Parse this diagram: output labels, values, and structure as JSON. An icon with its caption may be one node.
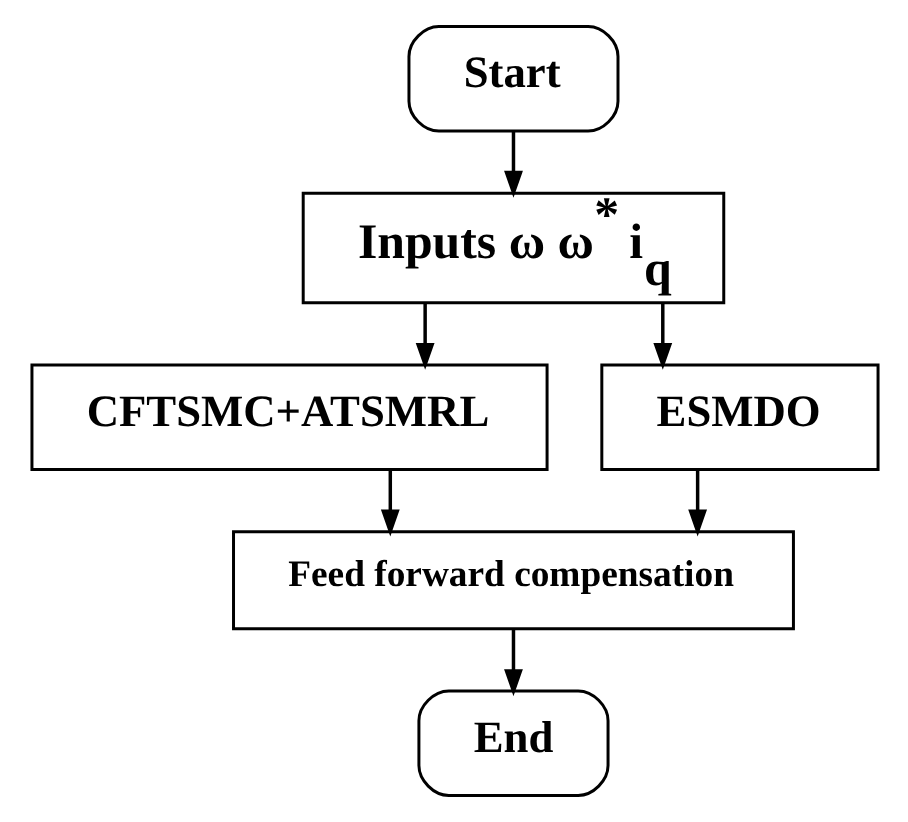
{
  "diagram": {
    "nodes": [
      {
        "text": [
          "Start"
        ]
      },
      {
        "text": [
          "Inputs ω ω$^{*}$ i$_{q}$"
        ]
      },
      {
        "text": [
          "CFTSMC+ATSMRL"
        ]
      },
      {
        "text": [
          "ESMDO"
        ]
      },
      {
        "text": [
          "Feed forward compensation"
        ]
      },
      {
        "text": [
          "End"
        ]
      }
    ],
    "edges": [
      {
        "from": 0,
        "to": 1,
        "arrow": "to"
      },
      {
        "from": 1,
        "to": 2,
        "arrow": "to"
      },
      {
        "from": 1,
        "to": 3,
        "arrow": "to"
      },
      {
        "from": 2,
        "to": 4,
        "arrow": "to"
      },
      {
        "from": 3,
        "to": 4,
        "arrow": "to"
      },
      {
        "from": 4,
        "to": 5,
        "arrow": "to"
      }
    ]
  }
}
